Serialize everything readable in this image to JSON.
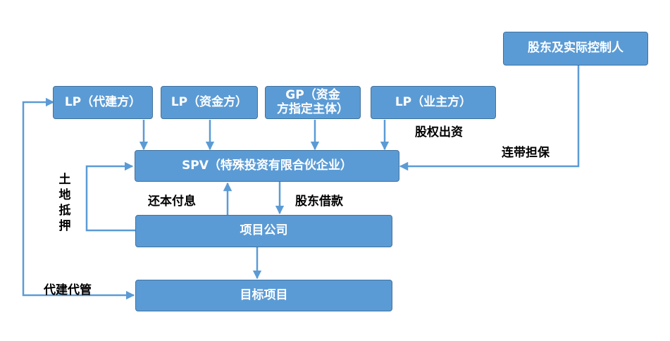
{
  "colors": {
    "box_fill": "#5b9bd5",
    "box_border": "#41719c",
    "line": "#5b9bd5",
    "text": "#000000",
    "box_text": "#ffffff"
  },
  "boxes": {
    "shareholder": "股东及实际控制人",
    "lp_builder": "LP（代建方）",
    "lp_funder": "LP（资金方）",
    "gp_line1": "GP（资金",
    "gp_line2": "方指定主体）",
    "lp_owner": "LP（业主方）",
    "spv": "SPV（特殊投资有限合伙企业）",
    "project_company": "项目公司",
    "target_project": "目标项目"
  },
  "labels": {
    "equity": "股权出资",
    "guarantee": "连带担保",
    "repay": "还本付息",
    "loan": "股东借款",
    "land_pledge": "土地抵押",
    "agent_build": "代建代管"
  }
}
